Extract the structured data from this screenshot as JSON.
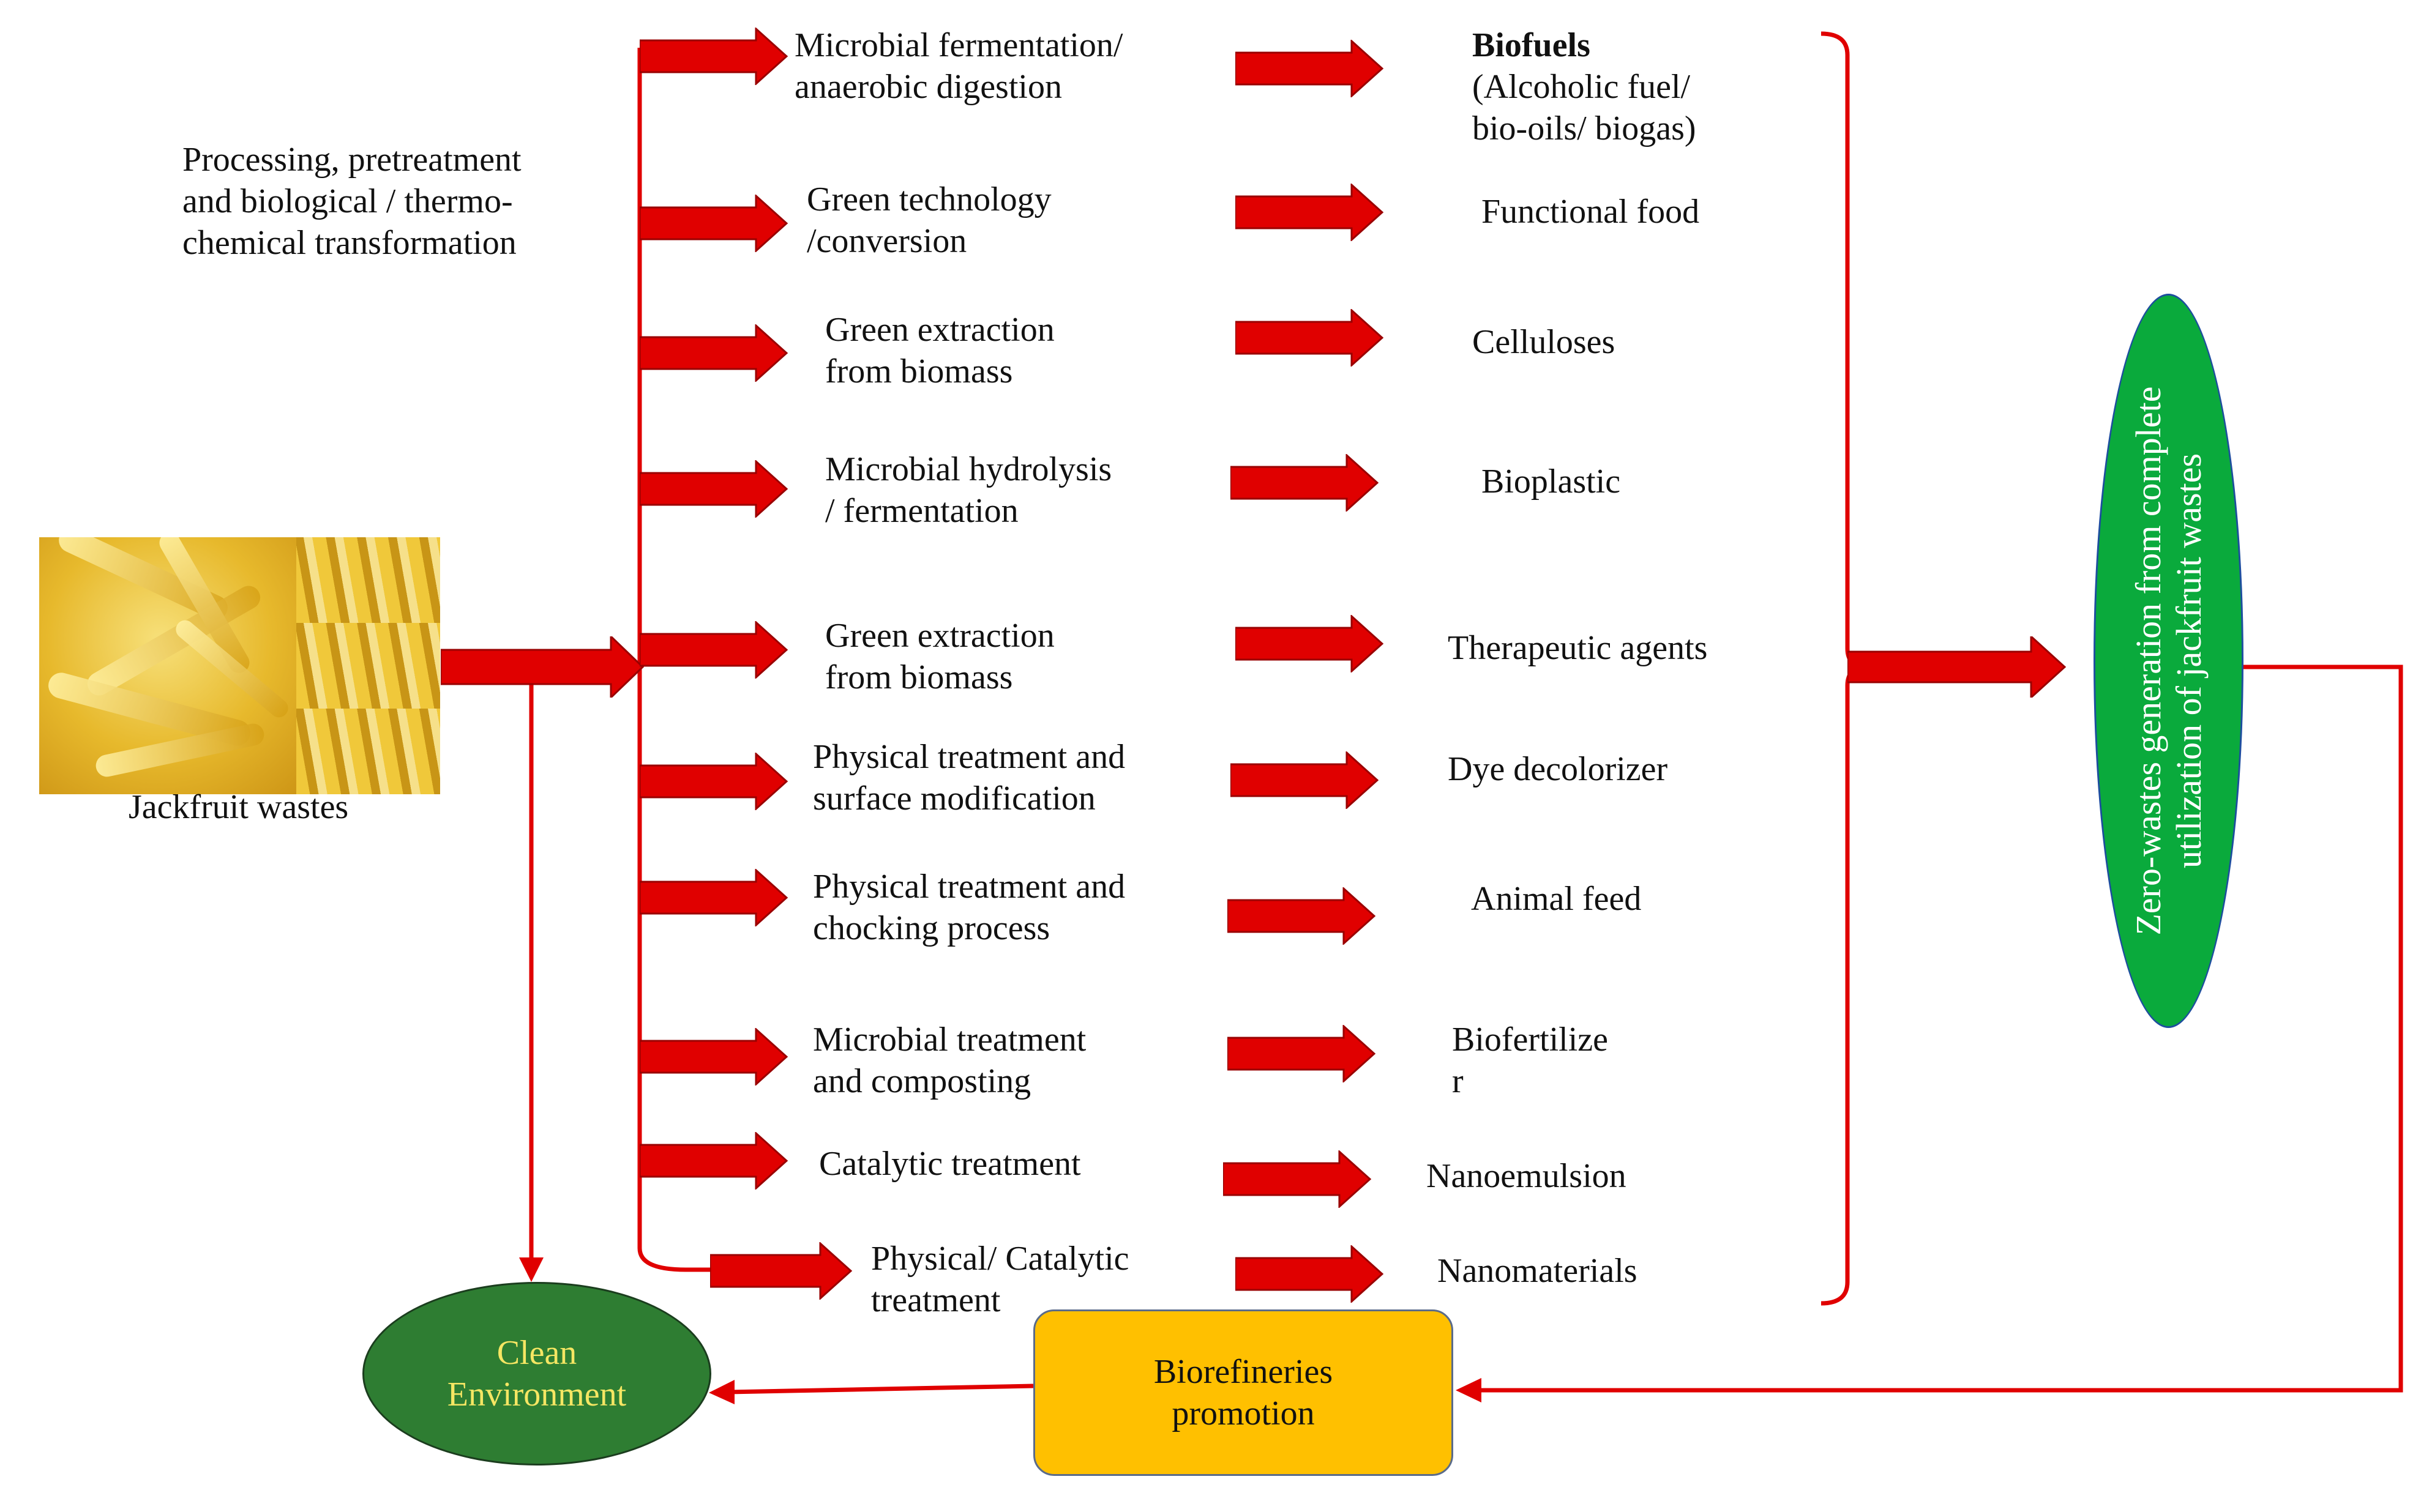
{
  "source": {
    "label": "Jackfruit wastes"
  },
  "process_heading": [
    "Processing, pretreatment",
    "and biological / thermo-",
    "chemical transformation"
  ],
  "routes": [
    {
      "process": [
        "Microbial fermentation/",
        "anaerobic digestion"
      ],
      "product": [
        "Biofuels",
        "(Alcoholic fuel/",
        "bio-oils/ biogas)"
      ],
      "product_bold_first": true
    },
    {
      "process": [
        "Green technology",
        "/conversion"
      ],
      "product": [
        "Functional food"
      ]
    },
    {
      "process": [
        "Green extraction",
        "from biomass"
      ],
      "product": [
        "Celluloses"
      ]
    },
    {
      "process": [
        "Microbial hydrolysis",
        "/ fermentation"
      ],
      "product": [
        "Bioplastic"
      ]
    },
    {
      "process": [
        "Green extraction",
        "from biomass"
      ],
      "product": [
        "Therapeutic agents"
      ]
    },
    {
      "process": [
        "Physical treatment and",
        "surface modification"
      ],
      "product": [
        "Dye decolorizer"
      ]
    },
    {
      "process": [
        "Physical treatment and",
        "chocking process"
      ],
      "product": [
        "Animal feed"
      ]
    },
    {
      "process": [
        "Microbial treatment",
        "and composting"
      ],
      "product": [
        "Biofertilize",
        "r"
      ]
    },
    {
      "process": [
        "Catalytic treatment"
      ],
      "product": [
        "Nanoemulsion"
      ]
    },
    {
      "process": [
        "Physical/ Catalytic",
        "treatment"
      ],
      "product": [
        "Nanomaterials"
      ]
    }
  ],
  "zero_waste": {
    "lines": [
      "Zero-wastes generation from complete",
      "utilization of jackfruit wastes"
    ]
  },
  "biorefineries": {
    "lines": [
      "Biorefineries",
      "promotion"
    ]
  },
  "clean_environment": {
    "lines": [
      "Clean",
      "Environment"
    ]
  },
  "colors": {
    "arrow_red": "#e00000",
    "line_red": "#e00000",
    "ellipse_green": "#0aaa3c",
    "clean_green": "#2e7d32",
    "clean_text": "#f5e663",
    "box_orange": "#ffc000"
  }
}
